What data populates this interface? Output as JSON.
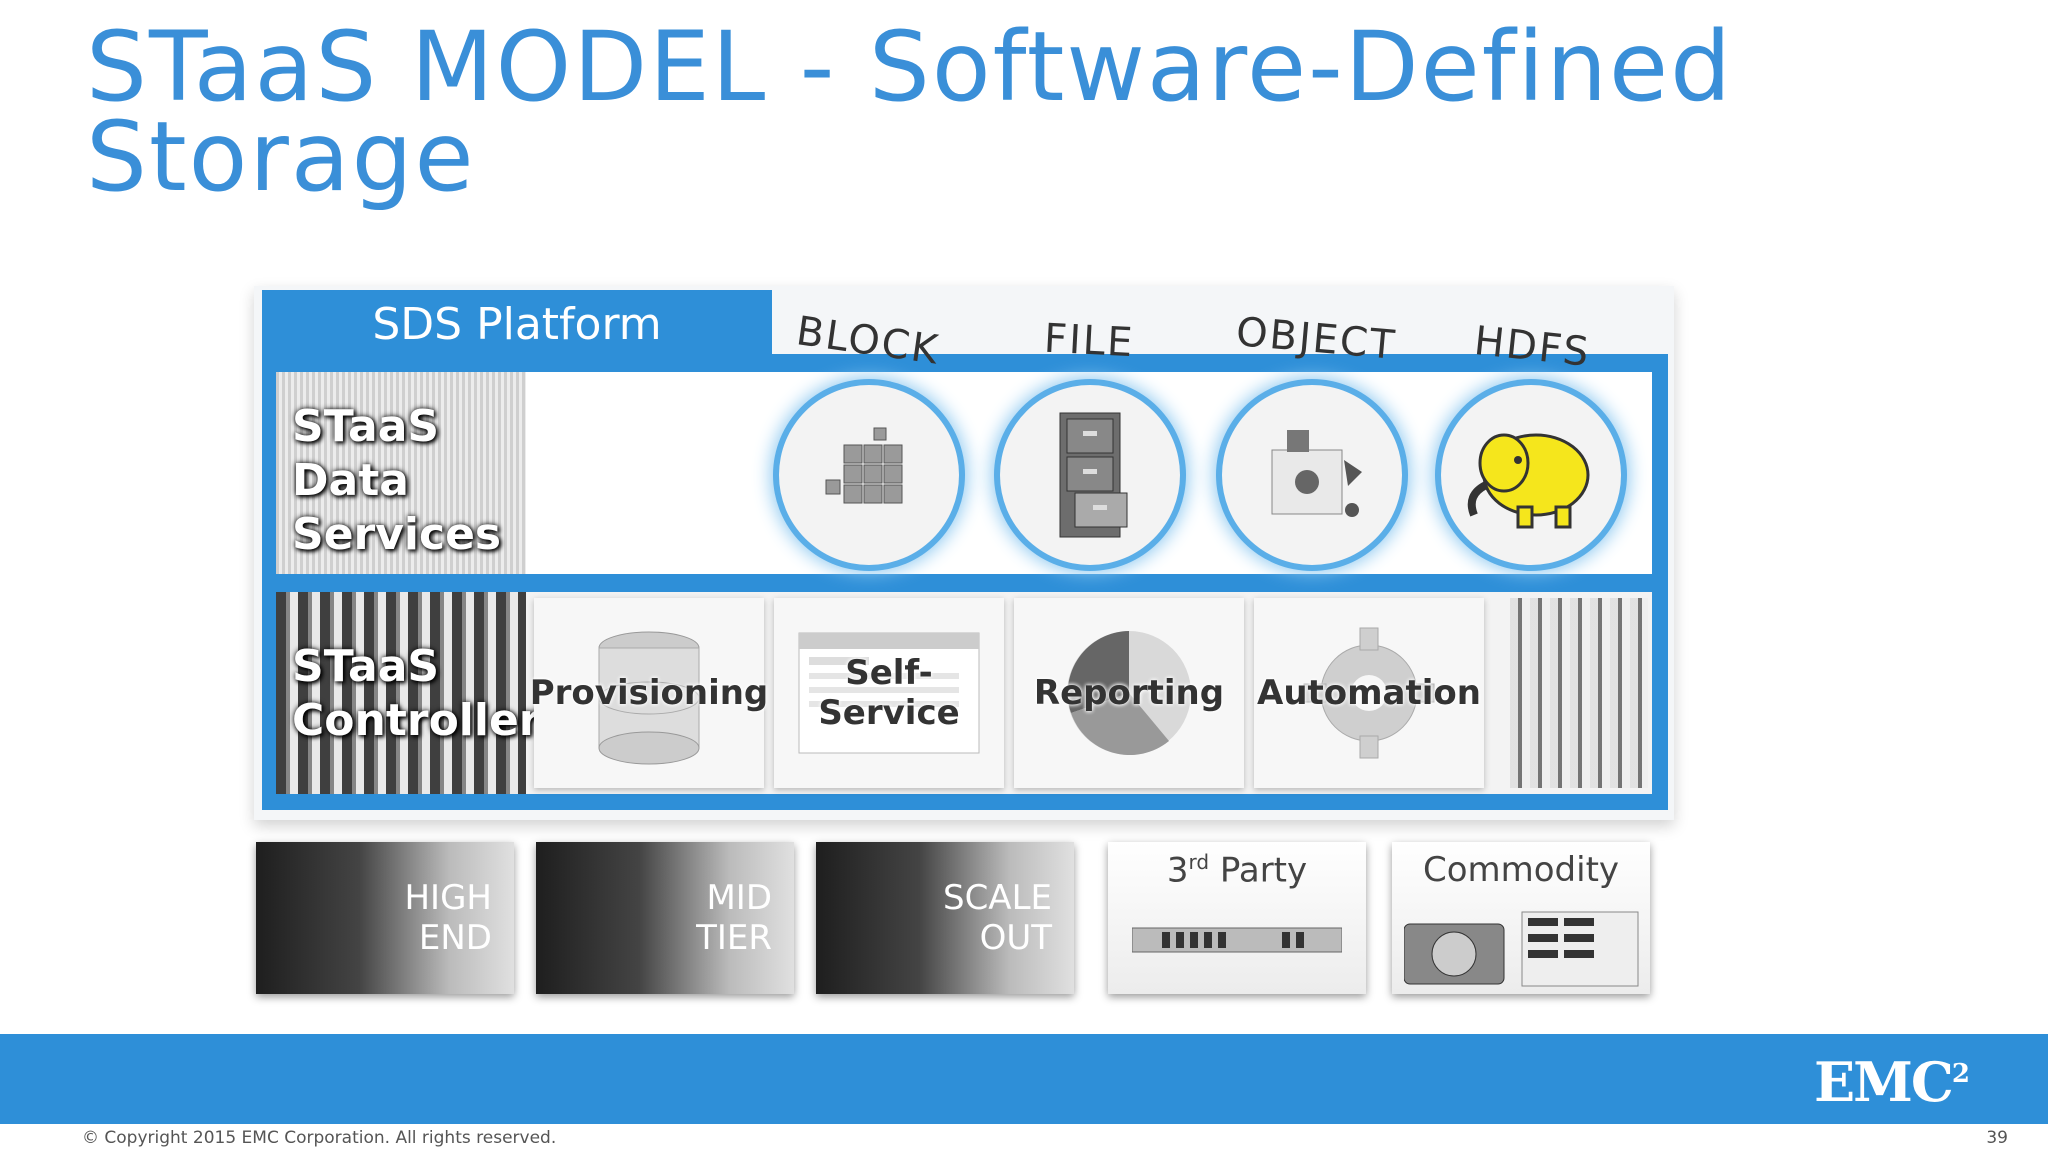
{
  "title": {
    "line1": "STaaS MODEL - Software-Defined",
    "line2": "Storage"
  },
  "platform": {
    "tab_label": "SDS Platform",
    "protocols": [
      "BLOCK",
      "FILE",
      "OBJECT",
      "HDFS"
    ],
    "data_services_label": [
      "STaaS",
      "Data",
      "Services"
    ],
    "controller_label": [
      "STaaS",
      "Controller"
    ],
    "controller_tiles": [
      "Provisioning",
      "Self-\nService",
      "Reporting",
      "Automation"
    ]
  },
  "hardware": {
    "high_end": [
      "HIGH",
      "END"
    ],
    "mid_tier": [
      "MID",
      "TIER"
    ],
    "scale_out": [
      "SCALE",
      "OUT"
    ],
    "third_party": {
      "base": "3",
      "sup": "rd",
      "rest": " Party"
    },
    "commodity": "Commodity"
  },
  "footer": {
    "logo": "EMC",
    "logo_sup": "2",
    "copyright": "© Copyright 2015 EMC Corporation. All rights reserved.",
    "page_number": "39"
  },
  "colors": {
    "accent": "#2e8fd8",
    "title": "#3a8fd8"
  }
}
